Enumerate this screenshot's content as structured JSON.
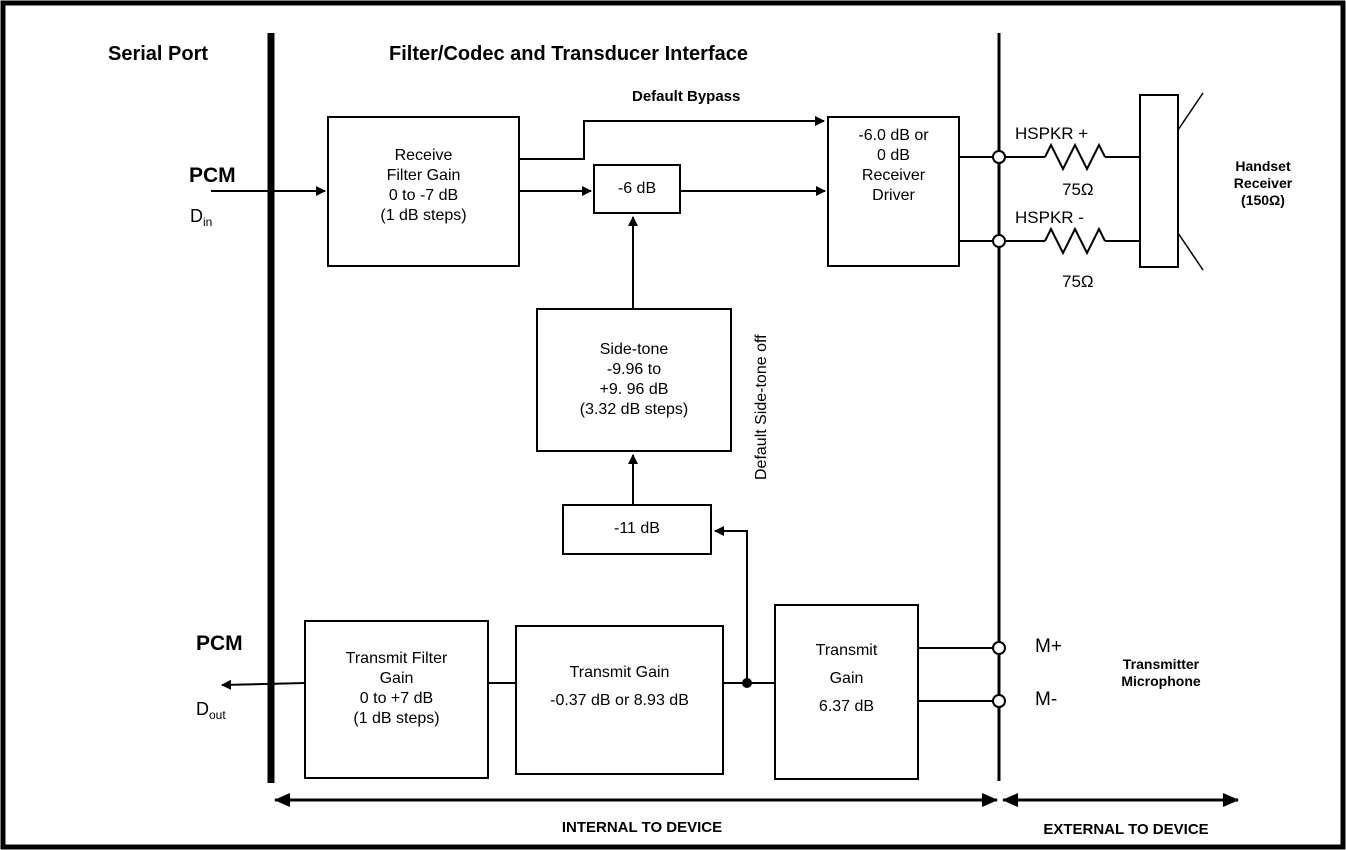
{
  "headers": {
    "serial_port": "Serial Port",
    "filter_codec": "Filter/Codec and Transducer Interface"
  },
  "labels": {
    "default_bypass": "Default Bypass",
    "default_sidetone_off": "Default Side-tone off",
    "pcm_in": "PCM",
    "d_in_main": "D",
    "d_in_sub": "in",
    "pcm_out": "PCM",
    "d_out_main": "D",
    "d_out_sub": "out",
    "hspkr_plus": "HSPKR +",
    "hspkr_minus": "HSPKR -",
    "ohm_top": "75Ω",
    "ohm_bottom": "75Ω",
    "m_plus": "M+",
    "m_minus": "M-",
    "internal": "INTERNAL TO DEVICE",
    "external": "EXTERNAL TO DEVICE"
  },
  "handset": {
    "line1": "Handset",
    "line2": "Receiver",
    "line3": "(150Ω)"
  },
  "transmitter": {
    "line1": "Transmitter",
    "line2": "Microphone"
  },
  "blocks": {
    "receive_filter": [
      "Receive",
      "Filter Gain",
      "0 to -7 dB",
      "(1 dB steps)"
    ],
    "minus6": [
      "-6 dB"
    ],
    "receiver_driver": [
      "-6.0 dB or",
      "0 dB",
      "Receiver",
      "Driver"
    ],
    "sidetone": [
      "Side-tone",
      "-9.96 to",
      "+9. 96 dB",
      "(3.32 dB steps)"
    ],
    "minus11": [
      "-11 dB"
    ],
    "transmit_filter": [
      "Transmit Filter",
      "Gain",
      "0 to +7 dB",
      "(1 dB steps)"
    ],
    "transmit_gain_mid": [
      "Transmit Gain",
      "-0.37 dB or 8.93 dB"
    ],
    "transmit_gain_right": [
      "Transmit",
      "Gain",
      "6.37 dB"
    ]
  }
}
